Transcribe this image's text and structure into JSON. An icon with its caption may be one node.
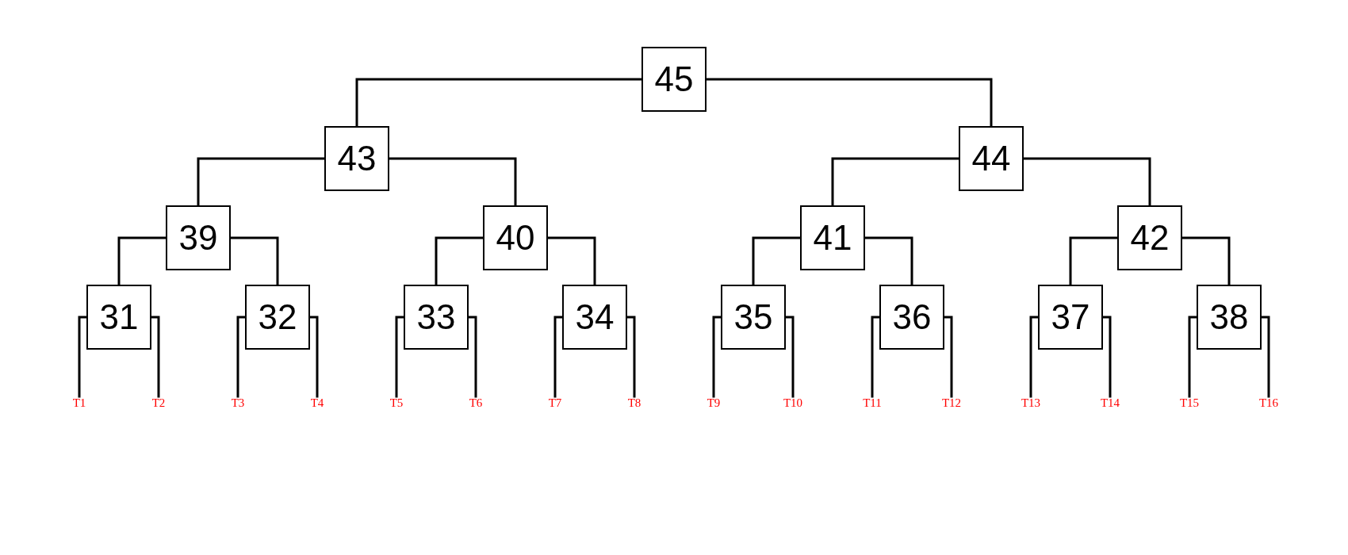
{
  "diagram": {
    "nodes": [
      {
        "text": [
          "45"
        ]
      },
      {
        "text": [
          "43"
        ]
      },
      {
        "text": [
          "44"
        ]
      },
      {
        "text": [
          "39"
        ]
      },
      {
        "text": [
          "40"
        ]
      },
      {
        "text": [
          "41"
        ]
      },
      {
        "text": [
          "42"
        ]
      },
      {
        "text": [
          "31"
        ]
      },
      {
        "text": [
          "32"
        ]
      },
      {
        "text": [
          "33"
        ]
      },
      {
        "text": [
          "34"
        ]
      },
      {
        "text": [
          "35"
        ]
      },
      {
        "text": [
          "36"
        ]
      },
      {
        "text": [
          "37"
        ]
      },
      {
        "text": [
          "38"
        ]
      },
      {
        "text": [
          "T1"
        ]
      },
      {
        "text": [
          "T2"
        ]
      },
      {
        "text": [
          "T3"
        ]
      },
      {
        "text": [
          "T4"
        ]
      },
      {
        "text": [
          "T5"
        ]
      },
      {
        "text": [
          "T6"
        ]
      },
      {
        "text": [
          "T7"
        ]
      },
      {
        "text": [
          "T8"
        ]
      },
      {
        "text": [
          "T9"
        ]
      },
      {
        "text": [
          "T10"
        ]
      },
      {
        "text": [
          "T11"
        ]
      },
      {
        "text": [
          "T12"
        ]
      },
      {
        "text": [
          "T13"
        ]
      },
      {
        "text": [
          "T14"
        ]
      },
      {
        "text": [
          "T15"
        ]
      },
      {
        "text": [
          "T16"
        ]
      }
    ],
    "edges": [
      {
        "from": 0,
        "to": 1,
        "arrow": "none"
      },
      {
        "from": 0,
        "to": 2,
        "arrow": "none"
      },
      {
        "from": 1,
        "to": 3,
        "arrow": "none"
      },
      {
        "from": 1,
        "to": 4,
        "arrow": "none"
      },
      {
        "from": 2,
        "to": 5,
        "arrow": "none"
      },
      {
        "from": 2,
        "to": 6,
        "arrow": "none"
      },
      {
        "from": 3,
        "to": 7,
        "arrow": "none"
      },
      {
        "from": 3,
        "to": 8,
        "arrow": "none"
      },
      {
        "from": 4,
        "to": 9,
        "arrow": "none"
      },
      {
        "from": 4,
        "to": 10,
        "arrow": "none"
      },
      {
        "from": 5,
        "to": 11,
        "arrow": "none"
      },
      {
        "from": 5,
        "to": 12,
        "arrow": "none"
      },
      {
        "from": 6,
        "to": 13,
        "arrow": "none"
      },
      {
        "from": 6,
        "to": 14,
        "arrow": "none"
      },
      {
        "from": 7,
        "to": 15,
        "arrow": "none"
      },
      {
        "from": 7,
        "to": 16,
        "arrow": "none"
      },
      {
        "from": 8,
        "to": 17,
        "arrow": "none"
      },
      {
        "from": 8,
        "to": 18,
        "arrow": "none"
      },
      {
        "from": 9,
        "to": 19,
        "arrow": "none"
      },
      {
        "from": 9,
        "to": 20,
        "arrow": "none"
      },
      {
        "from": 10,
        "to": 21,
        "arrow": "none"
      },
      {
        "from": 10,
        "to": 22,
        "arrow": "none"
      },
      {
        "from": 11,
        "to": 23,
        "arrow": "none"
      },
      {
        "from": 11,
        "to": 24,
        "arrow": "none"
      },
      {
        "from": 12,
        "to": 25,
        "arrow": "none"
      },
      {
        "from": 12,
        "to": 26,
        "arrow": "none"
      },
      {
        "from": 13,
        "to": 27,
        "arrow": "none"
      },
      {
        "from": 13,
        "to": 28,
        "arrow": "none"
      },
      {
        "from": 14,
        "to": 29,
        "arrow": "none"
      },
      {
        "from": 14,
        "to": 30,
        "arrow": "none"
      }
    ]
  }
}
